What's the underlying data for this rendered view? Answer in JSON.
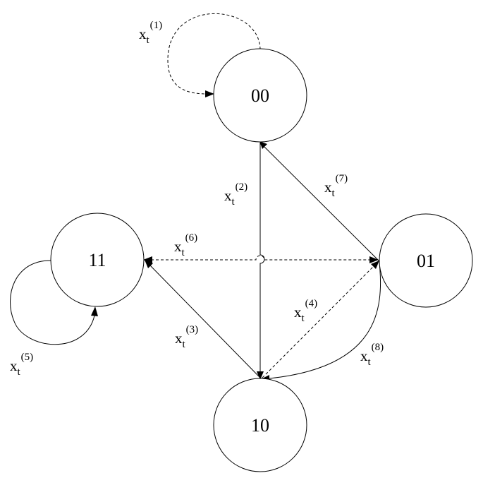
{
  "diagram": {
    "states": [
      {
        "id": "s00",
        "label": "00"
      },
      {
        "id": "s01",
        "label": "01"
      },
      {
        "id": "s10",
        "label": "10"
      },
      {
        "id": "s11",
        "label": "11"
      }
    ],
    "transitions": [
      {
        "id": "e1",
        "from": "s00",
        "to": "s00",
        "style": "dashed",
        "base": "x",
        "sub": "t",
        "sup": "(1)"
      },
      {
        "id": "e2",
        "from": "s00",
        "to": "s10",
        "style": "solid",
        "base": "x",
        "sub": "t",
        "sup": "(2)"
      },
      {
        "id": "e3",
        "from": "s10",
        "to": "s11",
        "style": "solid",
        "base": "x",
        "sub": "t",
        "sup": "(3)"
      },
      {
        "id": "e4",
        "from": "s10",
        "to": "s01",
        "style": "dashed",
        "base": "x",
        "sub": "t",
        "sup": "(4)"
      },
      {
        "id": "e5",
        "from": "s11",
        "to": "s11",
        "style": "solid",
        "base": "x",
        "sub": "t",
        "sup": "(5)"
      },
      {
        "id": "e6",
        "from": "s11",
        "to": "s01",
        "style": "dashed",
        "bidirectional": true,
        "base": "x",
        "sub": "t",
        "sup": "(6)"
      },
      {
        "id": "e7",
        "from": "s01",
        "to": "s00",
        "style": "solid",
        "base": "x",
        "sub": "t",
        "sup": "(7)"
      },
      {
        "id": "e8",
        "from": "s01",
        "to": "s10",
        "style": "solid",
        "base": "x",
        "sub": "t",
        "sup": "(8)"
      }
    ]
  }
}
